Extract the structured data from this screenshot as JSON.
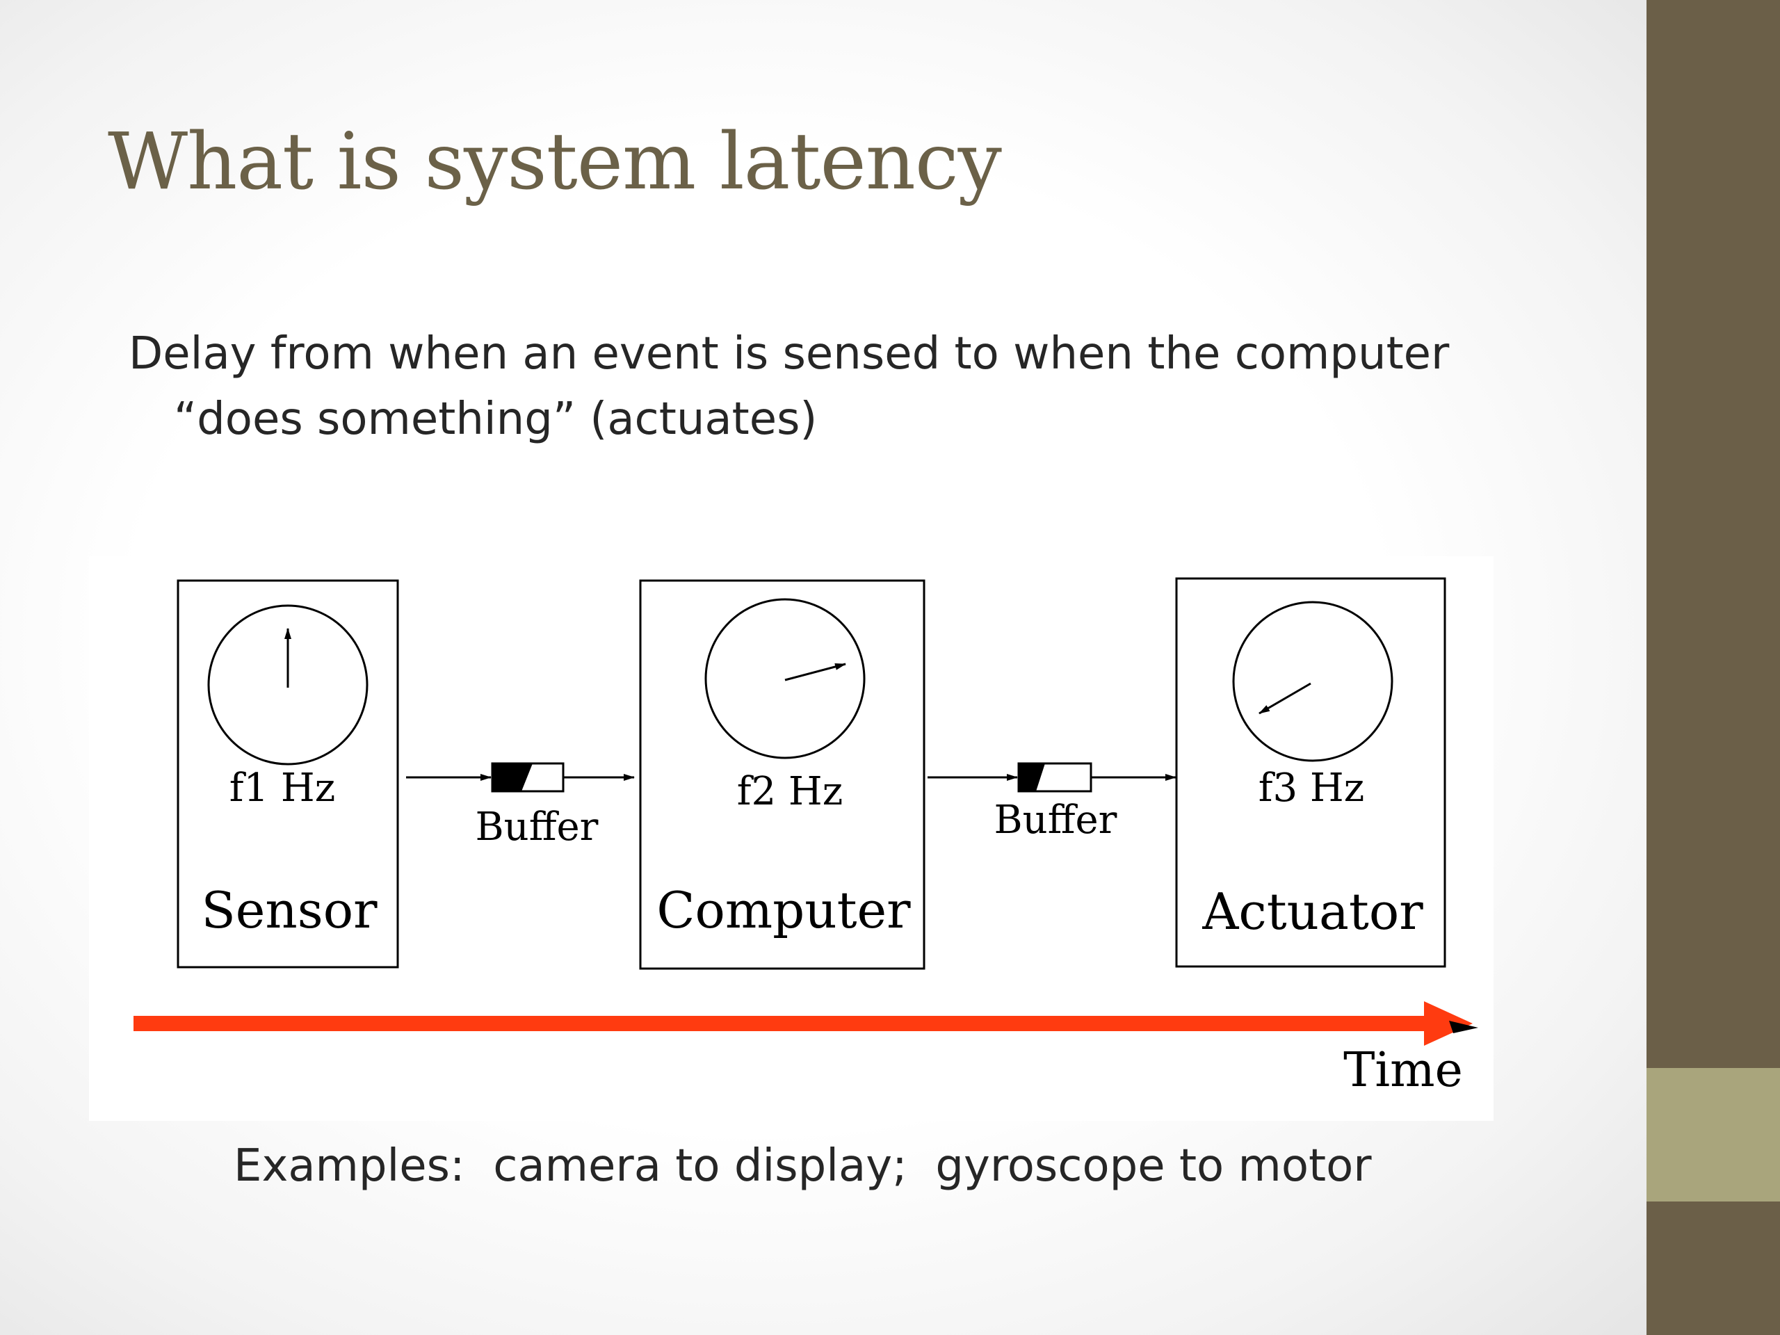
{
  "slide": {
    "title": "What is system latency",
    "body_line1": "Delay from when an event is sensed to when the computer",
    "body_line2": "“does something” (actuates)",
    "examples": "Examples:  camera to display;  gyroscope to motor"
  },
  "diagram": {
    "stages": [
      {
        "name": "Sensor",
        "rate": "f1 Hz"
      },
      {
        "name": "Computer",
        "rate": "f2 Hz"
      },
      {
        "name": "Actuator",
        "rate": "f3 Hz"
      }
    ],
    "buffers": [
      "Buffer",
      "Buffer"
    ],
    "time_label": "Time"
  },
  "colors": {
    "title": "#6b6148",
    "sidebar_dark": "#6b5f48",
    "sidebar_accent": "#a9a57c",
    "time_arrow": "#ff3b10"
  }
}
